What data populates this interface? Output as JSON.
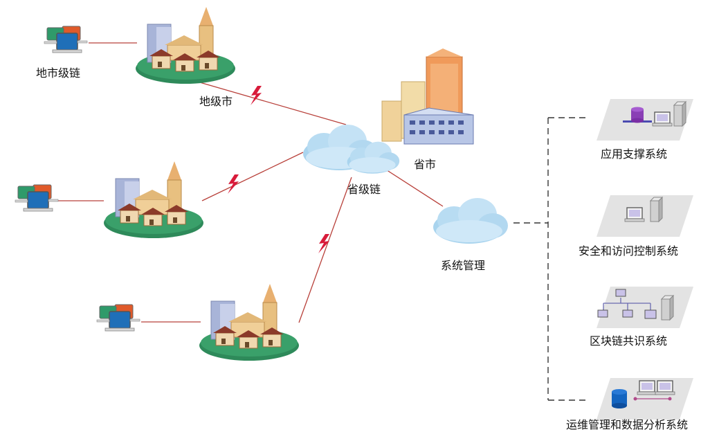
{
  "labels": {
    "city_chain": "地市级链",
    "prefecture_city": "地级市",
    "province_city": "省市",
    "province_chain": "省级链",
    "system_management": "系统管理"
  },
  "systems": [
    {
      "label": "应用支撑系统"
    },
    {
      "label": "安全和访问控制系统"
    },
    {
      "label": "区块链共识系统"
    },
    {
      "label": "运维管理和数据分析系统"
    }
  ],
  "colors": {
    "link_line": "#b8403a",
    "lightning": "#d81b3a",
    "cloud": "#a9d4ee",
    "island_green": "#2e8a5a",
    "panel_gray": "#e3e3e3",
    "dashed_line": "#333333",
    "monitor_blue": "#1f6fb8",
    "monitor_orange": "#e05a2a",
    "monitor_green": "#2f9a6a",
    "db_purple": "#8a3fb5",
    "db_blue": "#1565c0"
  },
  "icons": {
    "town": "town-icon",
    "computer_cluster": "computer-cluster-icon",
    "cloud": "cloud-icon",
    "city_towers": "city-towers-icon",
    "lightning": "lightning-icon",
    "database": "database-icon",
    "server": "server-icon",
    "network_tree": "network-tree-icon"
  }
}
